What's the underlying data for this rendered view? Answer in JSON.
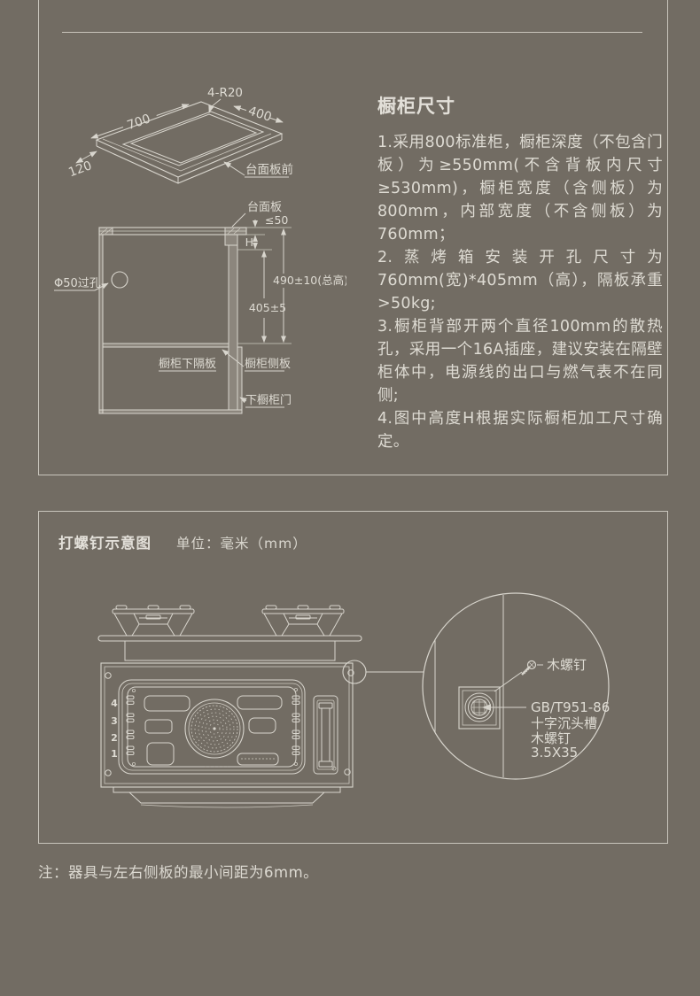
{
  "page": {
    "background_color": "#726C63",
    "line_color": "#D8D5CD",
    "text_color": "#DEDBD3",
    "note": "注：器具与左右侧板的最小间距为6mm。"
  },
  "cabinet_panel": {
    "heading": "橱柜尺寸",
    "paragraphs": [
      "1.采用800标准柜，橱柜深度（不包含门板）为≥550mm(不含背板内尺寸≥530mm)，橱柜宽度（含侧板）为800mm，内部宽度（不含侧板）为760mm；",
      "2.蒸烤箱安装开孔尺寸为760mm(宽)*405mm（高），隔板承重>50kg;",
      "3.橱柜背部开两个直径100mm的散热孔，采用一个16A插座，建议安装在隔壁柜体中，电源线的出口与燃气表不在同侧;",
      "4.图中高度H根据实际橱柜加工尺寸确定。"
    ],
    "cutout": {
      "corner_radius": "4-R20",
      "width": "700",
      "depth": "400",
      "front": "120",
      "front_edge": "台面板前"
    },
    "section": {
      "countertop": "台面板",
      "gap_max": "≤50",
      "height_var": "H",
      "total_height": "490±10(总高)",
      "opening_height": "405±5",
      "pass_hole": "Φ50过孔",
      "lower_partition": "橱柜下隔板",
      "side_panel": "橱柜侧板",
      "lower_door": "下橱柜门"
    }
  },
  "screw_panel": {
    "heading": "打螺钉示意图",
    "unit": "单位：毫米（mm）",
    "rack_levels": [
      "4",
      "3",
      "2",
      "1"
    ],
    "detail": {
      "wood_screw": "木螺钉",
      "spec": [
        "GB/T951-86",
        "十字沉头槽",
        "木螺钉",
        "3.5X35"
      ]
    }
  }
}
